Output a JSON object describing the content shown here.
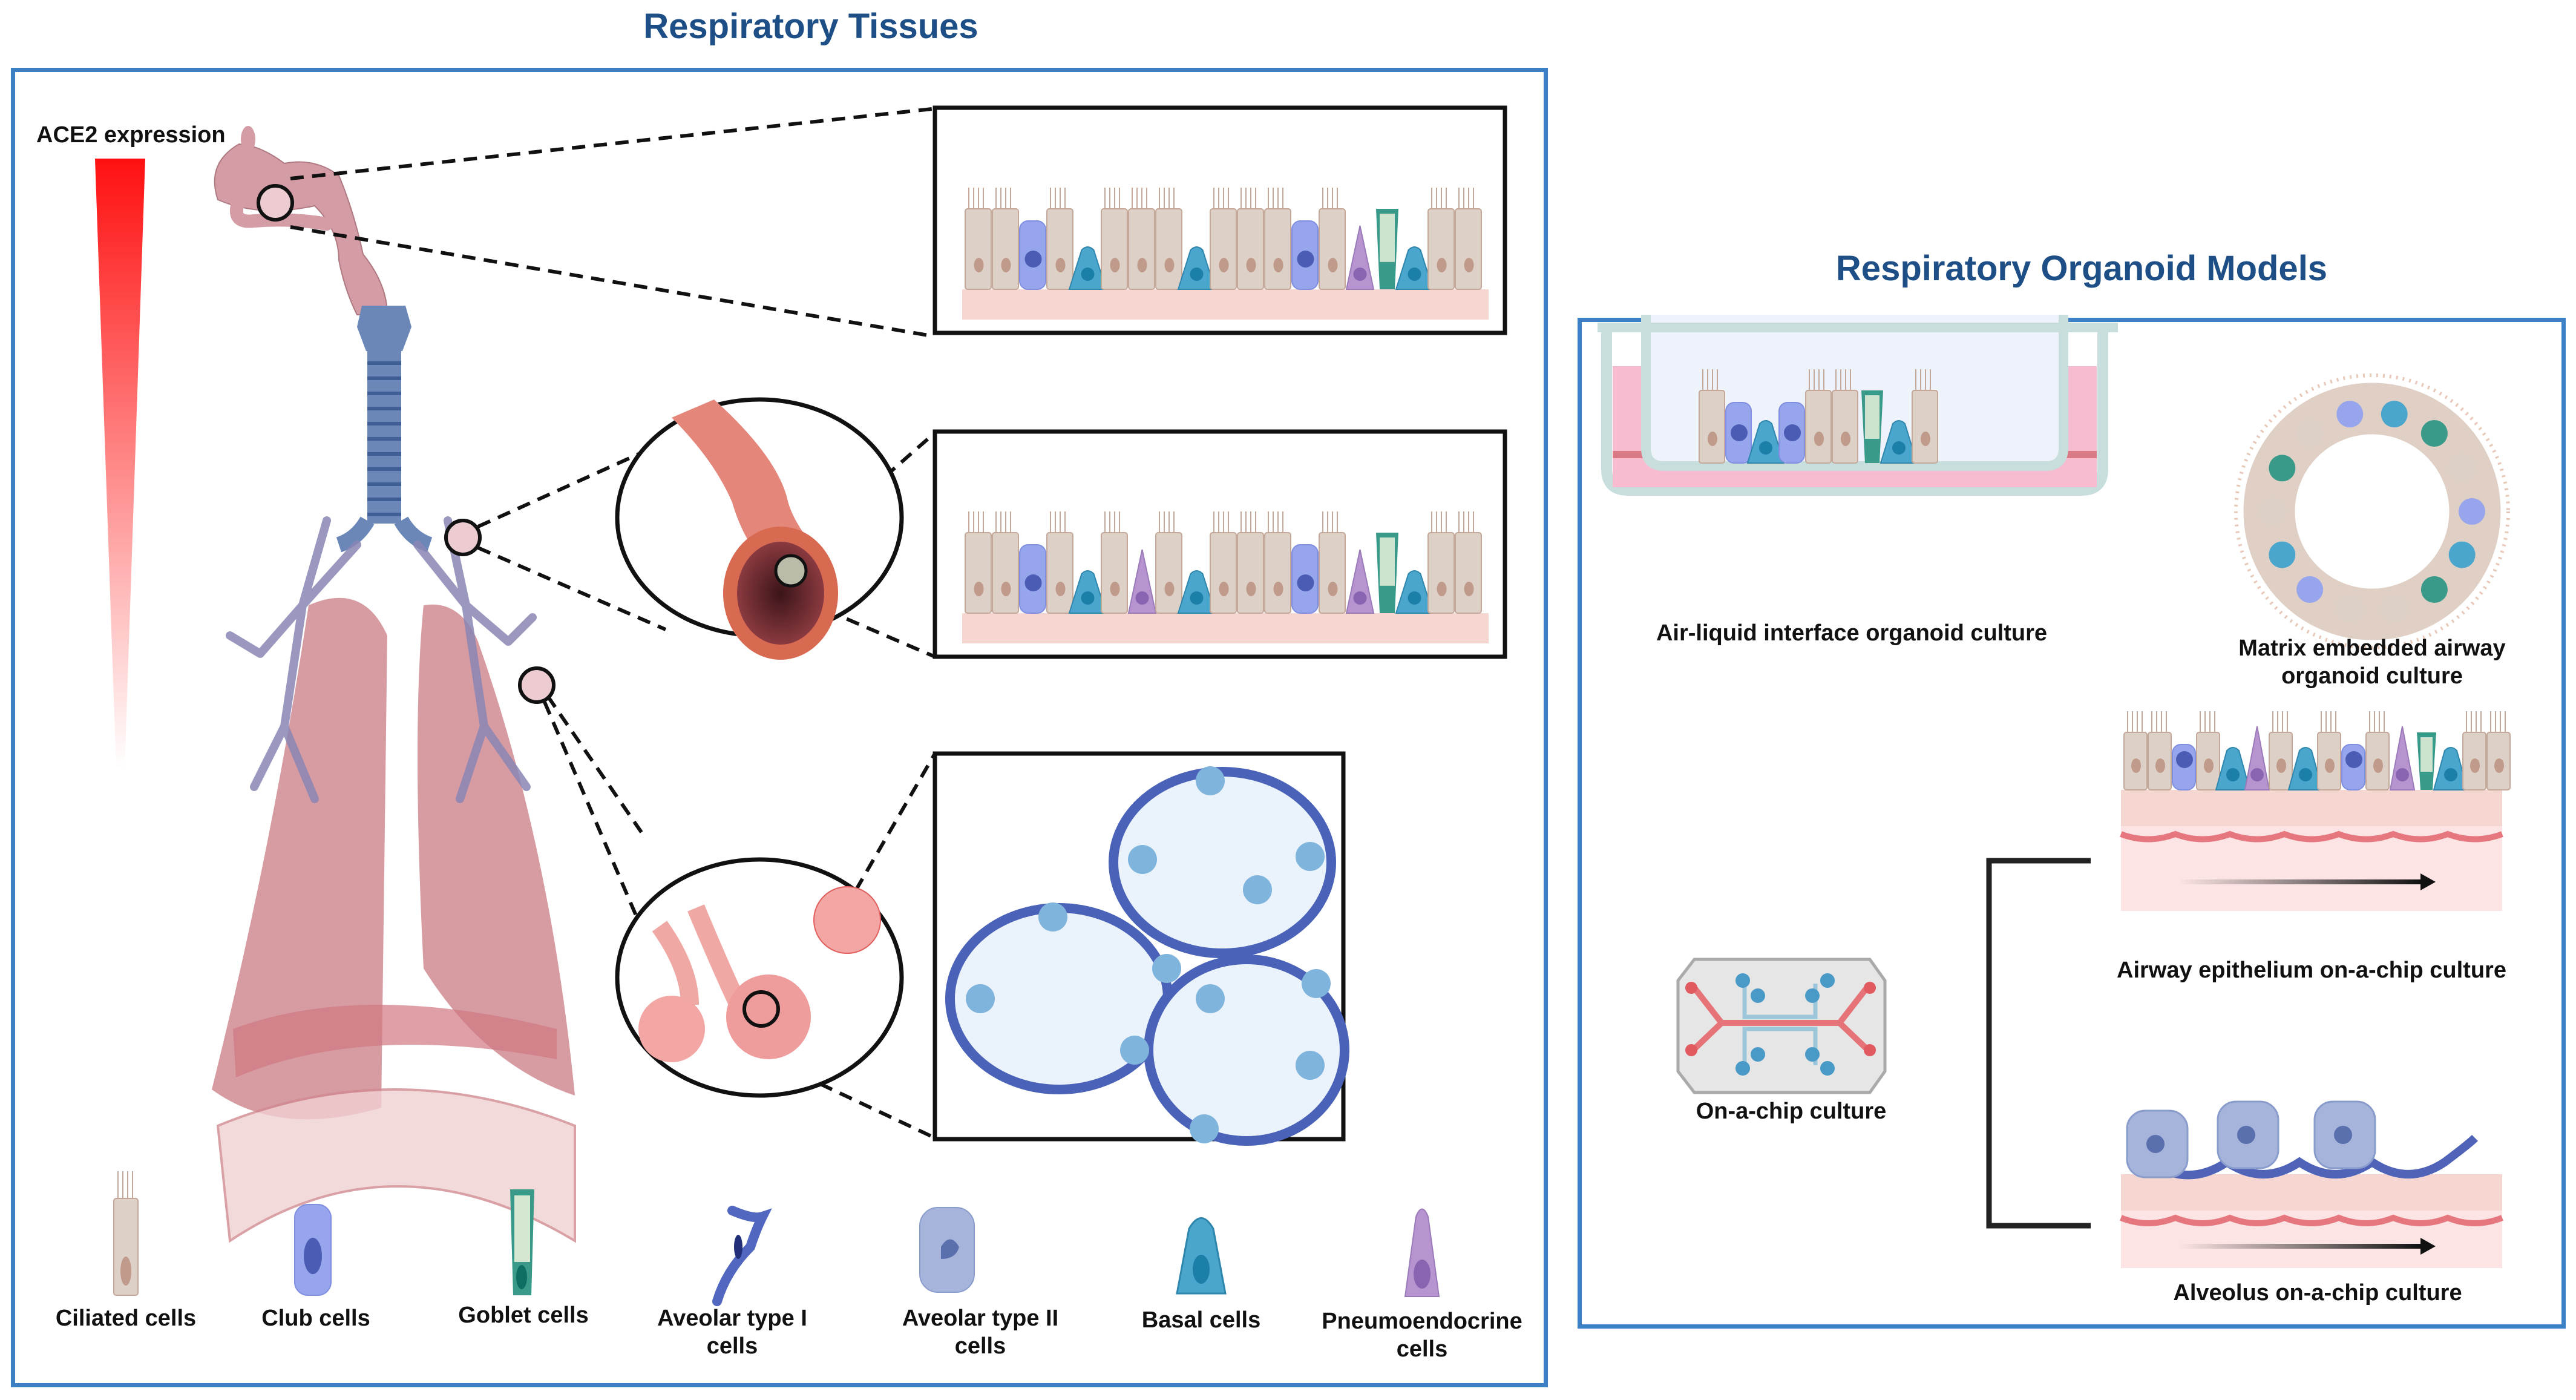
{
  "left_panel": {
    "title": "Respiratory Tissues",
    "gradient_label": "ACE2 expression",
    "gradient_color": "#ff1010",
    "cell_legend": [
      {
        "name": "ciliated",
        "label_line1": "Ciliated cells",
        "label_line2": ""
      },
      {
        "name": "club",
        "label_line1": "Club cells",
        "label_line2": ""
      },
      {
        "name": "goblet",
        "label_line1": "Goblet cells",
        "label_line2": ""
      },
      {
        "name": "alveolar-type-1",
        "label_line1": "Aveolar type I",
        "label_line2": "cells"
      },
      {
        "name": "alveolar-type-2",
        "label_line1": "Aveolar type II",
        "label_line2": "cells"
      },
      {
        "name": "basal",
        "label_line1": "Basal cells",
        "label_line2": ""
      },
      {
        "name": "pneumoendocrine",
        "label_line1": "Pneumoendocrine",
        "label_line2": "cells"
      }
    ]
  },
  "right_panel": {
    "title": "Respiratory Organoid Models",
    "models": {
      "ali": "Air-liquid interface organoid culture",
      "matrix_line1": "Matrix embedded airway",
      "matrix_line2": "organoid culture",
      "chip": "On-a-chip culture",
      "airway_chip": "Airway epithelium on-a-chip culture",
      "alveolus_chip": "Alveolus on-a-chip culture"
    }
  },
  "colors": {
    "title": "#1d4f86",
    "panel_border": "#3b7fc4",
    "ciliated": "#ddd0c6",
    "club": "#97a5ec",
    "goblet": "#3a9a8a",
    "basal": "#4aa6cc",
    "pneumo": "#b794cf",
    "alv1": "#5267c0",
    "alv2": "#a6b4dc",
    "lung": "#d4929a",
    "trachea": "#6a87b8"
  }
}
